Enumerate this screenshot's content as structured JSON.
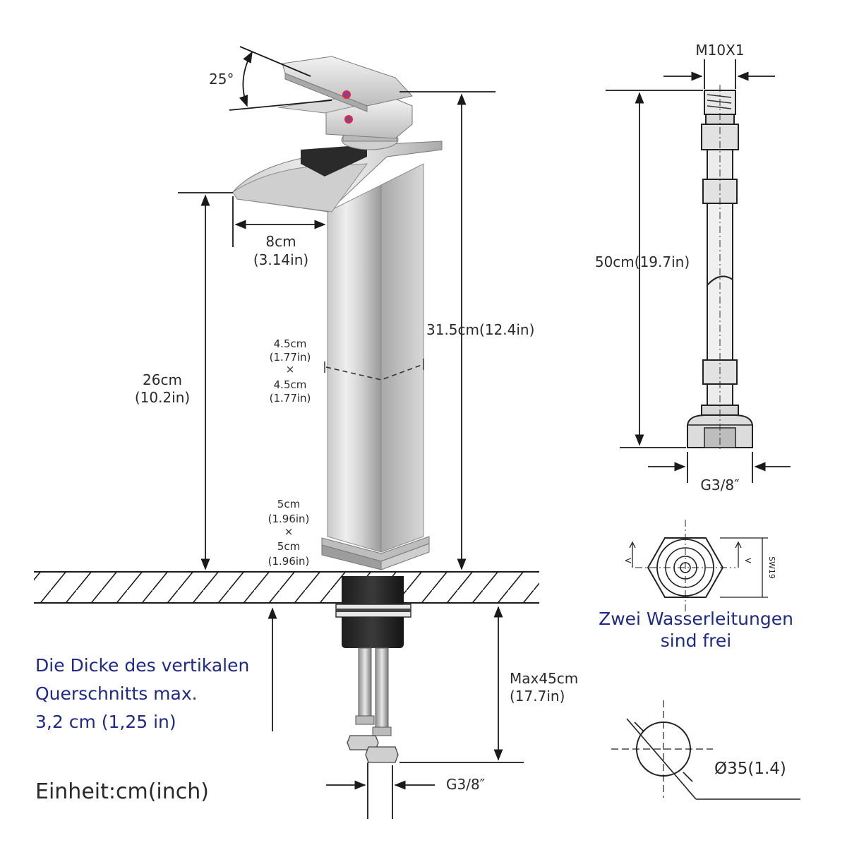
{
  "labels": {
    "angle": "25°",
    "spout_depth": "8cm",
    "spout_depth_in": "(3.14in)",
    "body_height": "31.5cm(12.4in)",
    "spout_height": "26cm",
    "spout_height_in": "(10.2in)",
    "neck_w": "4.5cm",
    "neck_w_in": "(1.77in)",
    "times": "×",
    "neck_d": "4.5cm",
    "neck_d_in": "(1.77in)",
    "base_w": "5cm",
    "base_w_in": "(1.96in)",
    "base_d": "5cm",
    "base_d_in": "(1.96in)",
    "hose_thread": "M10X1",
    "hose_length": "50cm(19.7in)",
    "hose_connector": "G3/8″",
    "hex_code": "SW19",
    "hex_v": "V",
    "hose_note_line1": "Zwei Wasserleitungen",
    "hose_note_line2": "sind frei",
    "max_thickness": "Max45cm",
    "max_thickness_in": "(17.7in)",
    "connector_bottom": "G3/8″",
    "hole_diameter": "Ø35(1.4)",
    "section_note_line1": "Die Dicke des vertikalen",
    "section_note_line2": "Querschnitts max.",
    "section_note_line3": "3,2 cm (1,25 in)",
    "unit_note": "Einheit:cm(inch)"
  },
  "colors": {
    "chrome_light": "#e6e6e6",
    "chrome_mid": "#b5b5b5",
    "chrome_dark": "#7a7a7a",
    "line": "#1a1a1a",
    "note_blue": "#1e2a8c",
    "indicator_red": "#d42a4a",
    "indicator_blue": "#4a56c8"
  }
}
